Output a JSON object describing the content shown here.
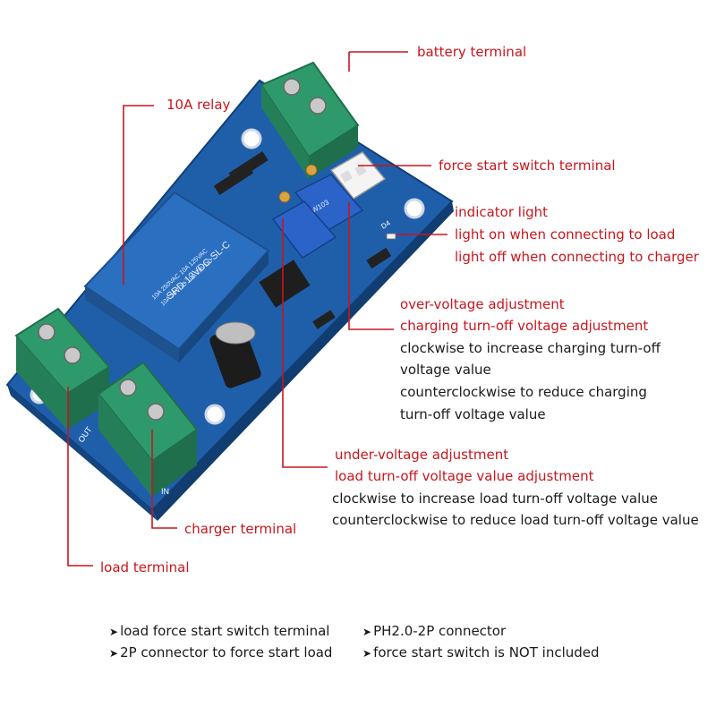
{
  "colors": {
    "callout_red": "#c8161d",
    "pcb_blue": "#1f5faa",
    "terminal_green": "#2e9a6c",
    "relay_blue": "#2b6fc0",
    "text_black": "#1a1a1a"
  },
  "callouts": {
    "battery_terminal": "battery terminal",
    "relay": "10A relay",
    "force_start": "force start switch terminal",
    "indicator": {
      "title": "indicator light",
      "line1": "light on when connecting to load",
      "line2": "light off when connecting to charger"
    },
    "over_voltage": {
      "title": "over-voltage adjustment",
      "subtitle": "charging turn-off voltage adjustment",
      "desc1": "clockwise to increase charging turn-off",
      "desc2": "voltage value",
      "desc3": "counterclockwise to reduce charging",
      "desc4": "turn-off voltage value"
    },
    "under_voltage": {
      "title": "under-voltage adjustment",
      "subtitle": "load turn-off voltage value adjustment",
      "desc1": "clockwise to increase load turn-off voltage value",
      "desc2": "counterclockwise to reduce load turn-off voltage value"
    },
    "charger_terminal": "charger terminal",
    "load_terminal": "load terminal"
  },
  "board_print": {
    "relay_line1": "SRD-12VDC-SL-C",
    "relay_line2": "10A 250VAC 10A 125VAC",
    "relay_line3": "10A 30VDC 10A 28VDC",
    "pot_code": "W103",
    "out": "OUT",
    "in": "IN",
    "ind": "D4"
  },
  "footer": {
    "item1": "load force start switch terminal",
    "item2": "PH2.0-2P connector",
    "item3": "2P connector to force start load",
    "item4": "force start switch is NOT included"
  }
}
